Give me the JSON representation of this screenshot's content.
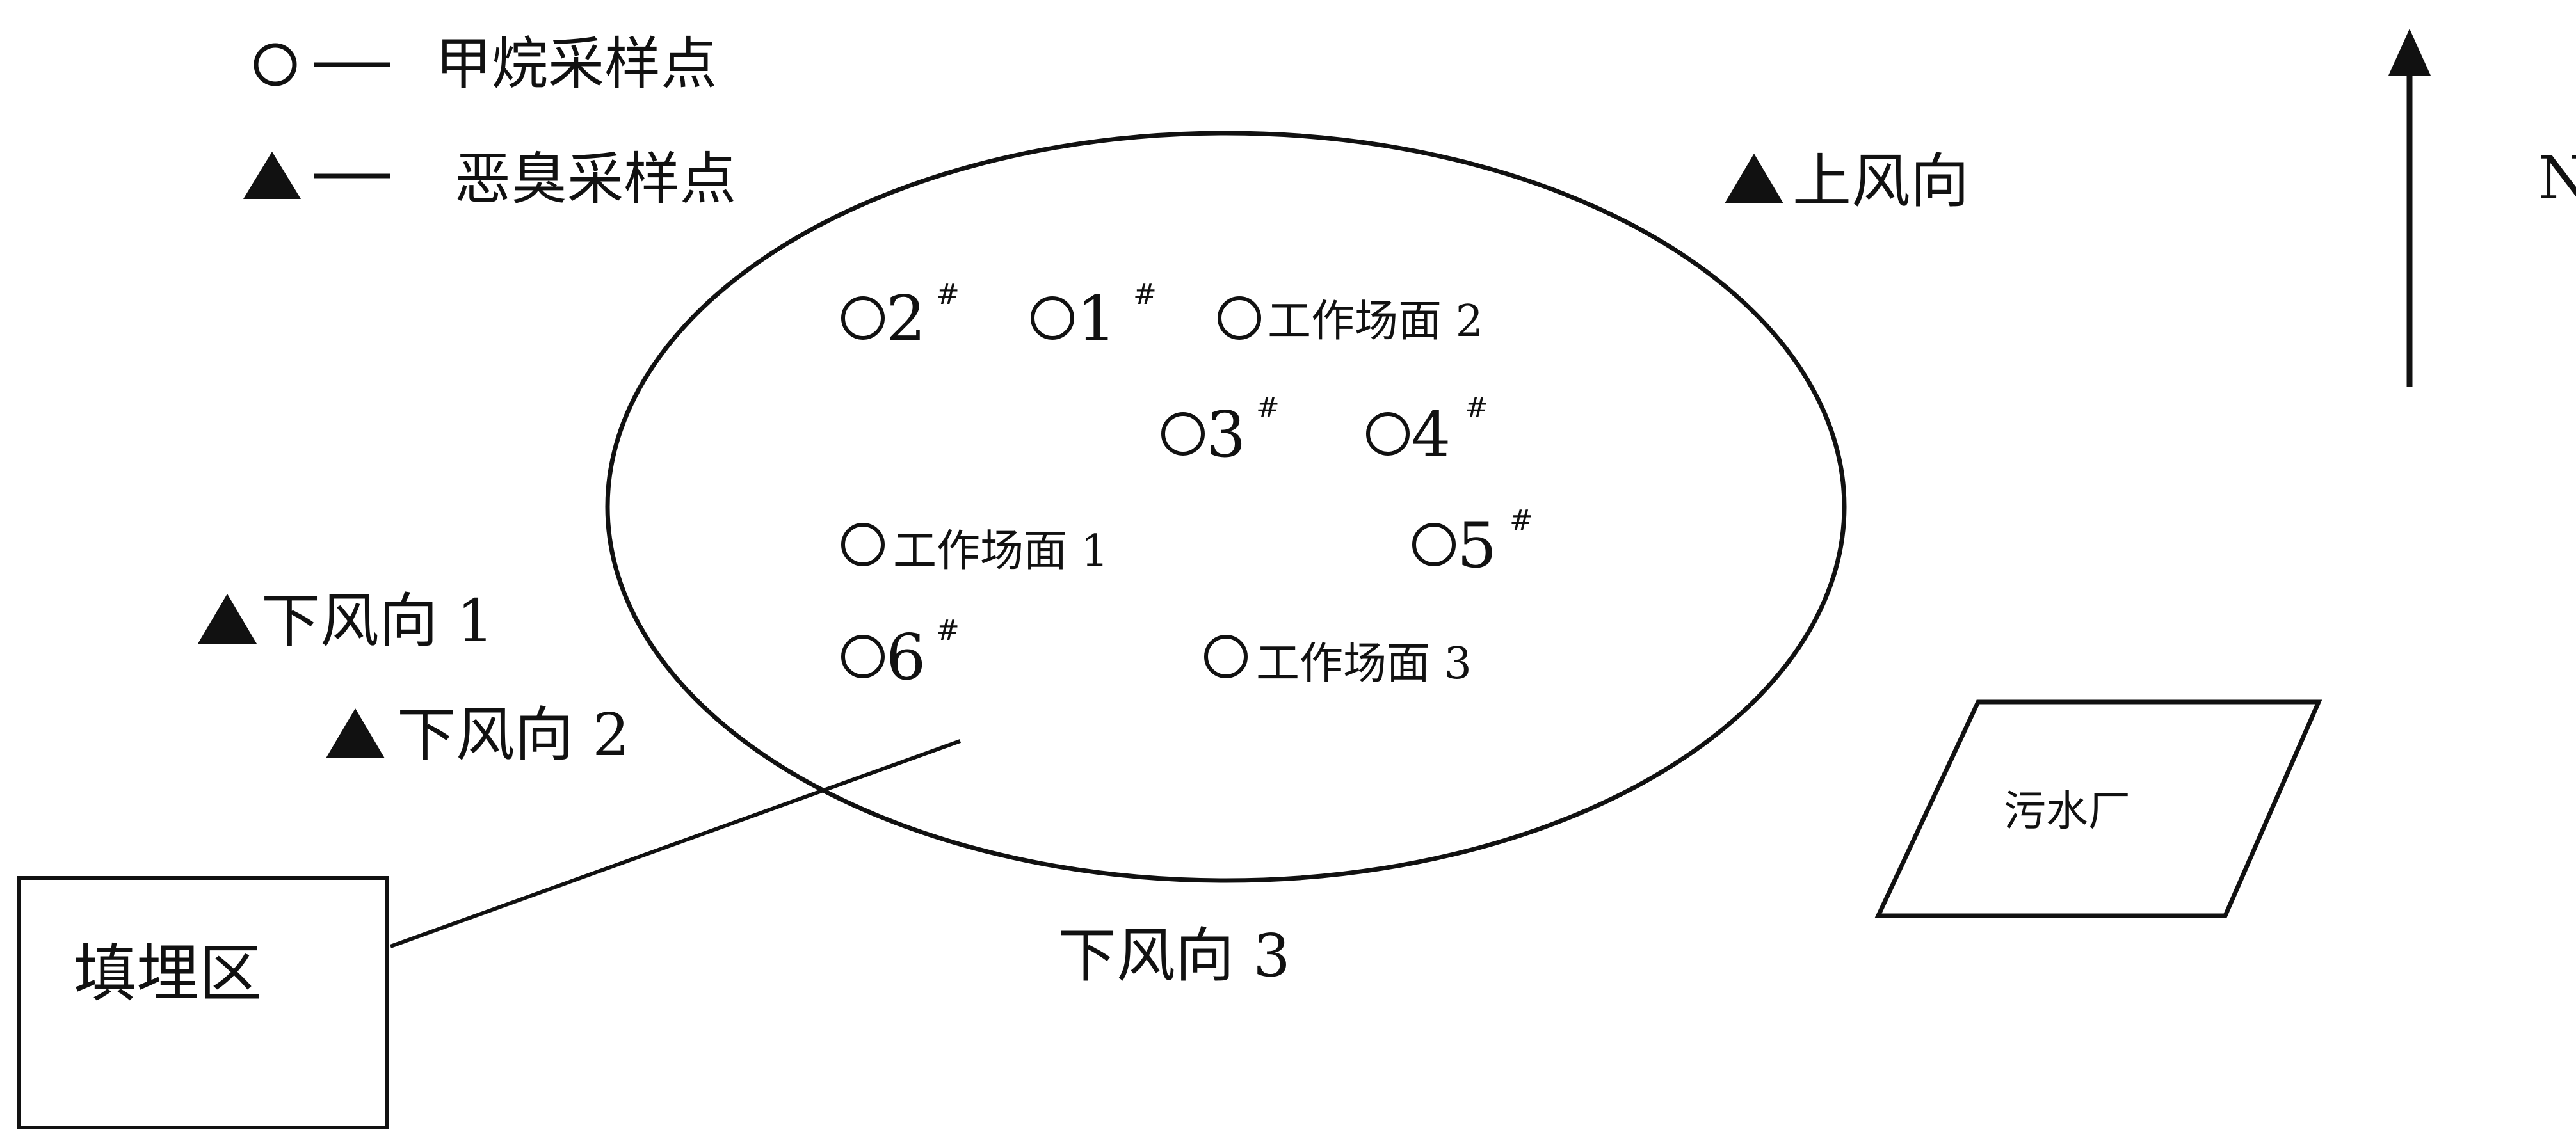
{
  "legend": {
    "methane": {
      "symbol": "○",
      "dash": "—",
      "label": "甲烷采样点"
    },
    "odor": {
      "symbol": "▲",
      "dash": "—",
      "label": "恶臭采样点"
    }
  },
  "north": {
    "label": "N"
  },
  "odor_points": {
    "upwind": "上风向",
    "downwind_1": "下风向 1",
    "downwind_2": "下风向 2"
  },
  "downwind_3": "下风向 3",
  "methane_points": {
    "p2": {
      "label": "2",
      "sup": "#"
    },
    "p1": {
      "label": "1",
      "sup": "#"
    },
    "ws2": {
      "label": "工作场面 2"
    },
    "p3": {
      "label": "3",
      "sup": "#"
    },
    "p4": {
      "label": "4",
      "sup": "#"
    },
    "ws1": {
      "label": "工作场面 1"
    },
    "p5": {
      "label": "5",
      "sup": "#"
    },
    "p6": {
      "label": "6",
      "sup": "#"
    },
    "ws3": {
      "label": "工作场面 3"
    }
  },
  "landfill": {
    "label": "填埋区"
  },
  "sewage_plant": {
    "label": "污水厂"
  },
  "colors": {
    "ink": "#111111",
    "background": "#ffffff"
  }
}
